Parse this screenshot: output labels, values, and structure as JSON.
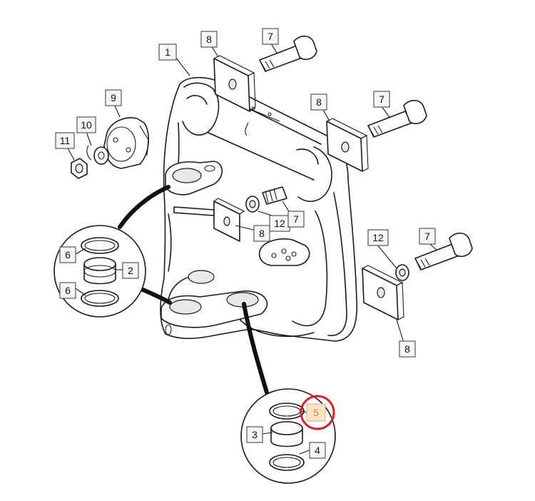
{
  "callouts": {
    "c1": "1",
    "c2": "2",
    "c3": "3",
    "c4": "4",
    "c5": "5",
    "c6a": "6",
    "c6b": "6",
    "c7a": "7",
    "c7b": "7",
    "c7c": "7",
    "c7d": "7",
    "c8a": "8",
    "c8b": "8",
    "c8c": "8",
    "c8d": "8",
    "c9": "9",
    "c10": "10",
    "c11": "11",
    "c12a": "12",
    "c12b": "12"
  },
  "highlight": {
    "target": "5",
    "ring_color": "#dd1f2b",
    "fill_color": "#fbe3c8"
  }
}
